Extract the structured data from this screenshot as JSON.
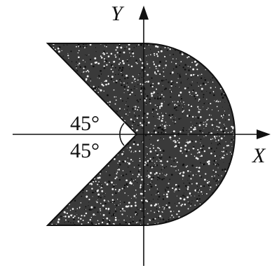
{
  "figure": {
    "x_axis_label": "X",
    "y_axis_label": "Y",
    "angle_upper": "45°",
    "angle_lower": "45°"
  },
  "colors": {
    "background": "#ffffff",
    "ink": "#111111",
    "fill_base": "#3a3a3a",
    "speckle_light": "#f2f2f2"
  },
  "icons": {
    "x_arrow": "arrowhead-right-icon",
    "y_arrow": "arrowhead-up-icon"
  }
}
